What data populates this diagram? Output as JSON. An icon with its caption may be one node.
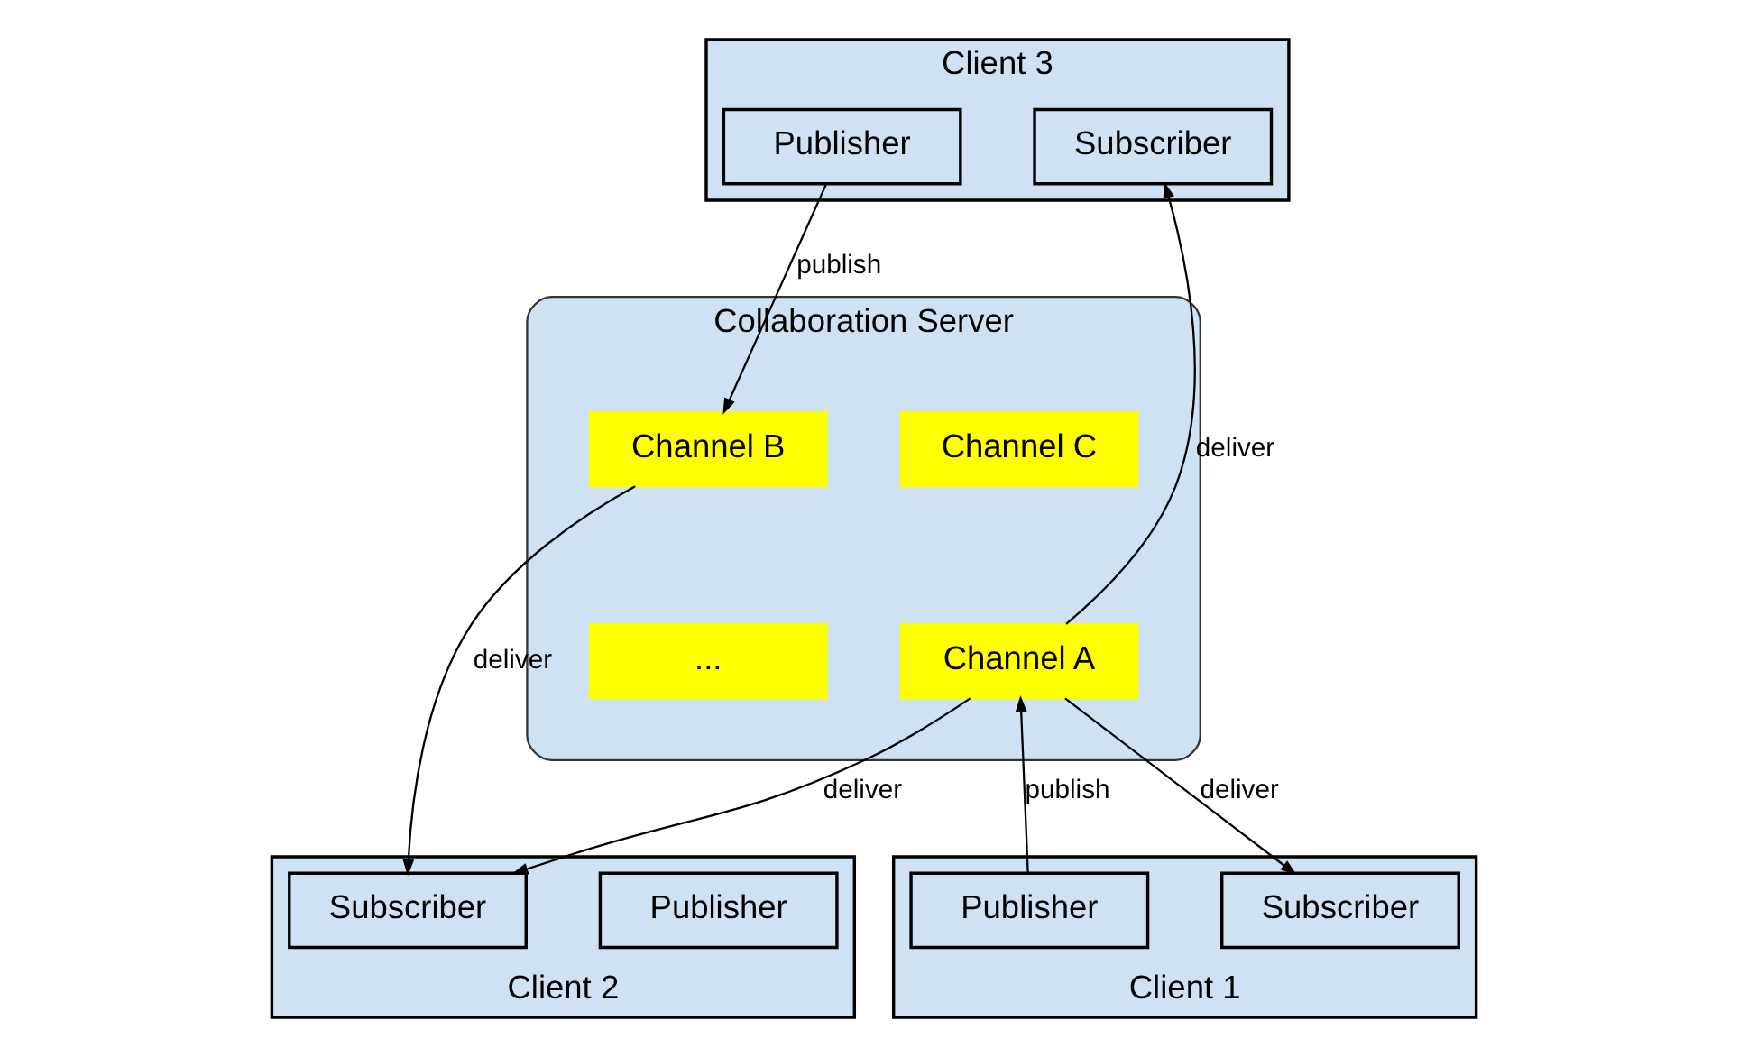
{
  "diagram": {
    "nodes": [
      {
        "text": [
          "Client 3"
        ]
      },
      {
        "text": [
          "Publisher"
        ],
        "in": 0
      },
      {
        "text": [
          "Subscriber"
        ],
        "in": 0
      },
      {
        "text": [
          "Collaboration Server"
        ]
      },
      {
        "text": [
          "Channel C"
        ],
        "in": 3
      },
      {
        "text": [
          "Channel B"
        ],
        "in": 3
      },
      {
        "text": [
          "Channel A"
        ],
        "in": 3
      },
      {
        "text": [
          "..."
        ],
        "in": 3
      },
      {
        "text": [
          "Client 1"
        ]
      },
      {
        "text": [
          "Publisher"
        ],
        "in": 8
      },
      {
        "text": [
          "Subscriber"
        ],
        "in": 8
      },
      {
        "text": [
          "Client 2"
        ]
      },
      {
        "text": [
          "Publisher"
        ],
        "in": 11
      },
      {
        "text": [
          "Subscriber"
        ],
        "in": 11
      }
    ],
    "edges": [
      {
        "from": 1,
        "to": 5,
        "arrow": "to",
        "label": "publish"
      },
      {
        "from": 6,
        "to": 2,
        "arrow": "to",
        "label": "deliver"
      },
      {
        "from": 9,
        "to": 6,
        "arrow": "to",
        "label": "publish"
      },
      {
        "from": 6,
        "to": 10,
        "arrow": "to",
        "label": "deliver"
      },
      {
        "from": 6,
        "to": 13,
        "arrow": "to",
        "label": "deliver"
      },
      {
        "from": 5,
        "to": 13,
        "arrow": "to",
        "label": "deliver"
      }
    ]
  }
}
